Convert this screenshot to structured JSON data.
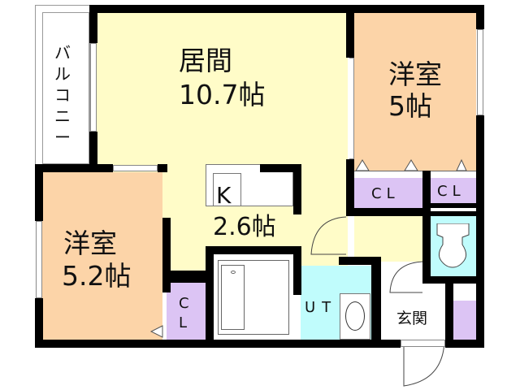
{
  "floorplan": {
    "colors": {
      "living": "#fffcc8",
      "western_room": "#fcd4a8",
      "closet": "#dcc4f4",
      "wet_area": "#c0fcfc",
      "wall": "#000000",
      "balcony": "#ffffff"
    },
    "rooms": {
      "balcony": {
        "label": "バ\nル\nコ\nニ\nー"
      },
      "living": {
        "label": "居間",
        "size": "10.7帖"
      },
      "bedroom_ne": {
        "label": "洋室",
        "size": "5帖"
      },
      "bedroom_w": {
        "label": "洋室",
        "size": "5.2帖"
      },
      "kitchen": {
        "label": "K",
        "size": "2.6帖"
      },
      "closet_ne_1": {
        "label": "CL"
      },
      "closet_ne_2": {
        "label": "CL"
      },
      "closet_w": {
        "label": "C\nL"
      },
      "utility": {
        "label": "UT"
      },
      "entrance": {
        "label": "玄関"
      },
      "bath": {
        "label": ""
      },
      "toilet": {
        "label": ""
      }
    }
  }
}
